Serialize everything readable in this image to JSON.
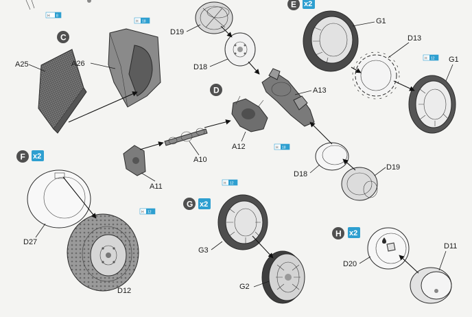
{
  "steps": {
    "C": {
      "letter": "C"
    },
    "D": {
      "letter": "D"
    },
    "E": {
      "letter": "E",
      "multiplier": "x2"
    },
    "F": {
      "letter": "F",
      "multiplier": "x2"
    },
    "G": {
      "letter": "G",
      "multiplier": "x2"
    },
    "H": {
      "letter": "H",
      "multiplier": "x2"
    }
  },
  "labels": {
    "A25": "A25",
    "A26": "A26",
    "D19_top": "D19",
    "D18_top": "D18",
    "A13": "A13",
    "A12": "A12",
    "A10": "A10",
    "A11": "A11",
    "G1_top": "G1",
    "D13": "D13",
    "G1_right": "G1",
    "D18_mid": "D18",
    "D19_mid": "D19",
    "D27": "D27",
    "D12": "D12",
    "G3": "G3",
    "G2": "G2",
    "D20": "D20",
    "D11": "D11"
  },
  "paint_notes": {
    "top_left": {
      "h": "H",
      "n": "8"
    },
    "C": {
      "h": "H",
      "n": "18"
    },
    "D": {
      "h": "H",
      "n": "18"
    },
    "E": {
      "h": "H",
      "n": "12"
    },
    "F": {
      "h": "H",
      "n": "12"
    },
    "G": {
      "h": "H",
      "n": "12"
    }
  },
  "colors": {
    "step_badge": "#4f4f4f",
    "multiplier_badge": "#2e9fd0",
    "paint_box": "#2e9fd0",
    "background": "#f4f4f2"
  },
  "icons": [
    "glue-drop-icon"
  ]
}
